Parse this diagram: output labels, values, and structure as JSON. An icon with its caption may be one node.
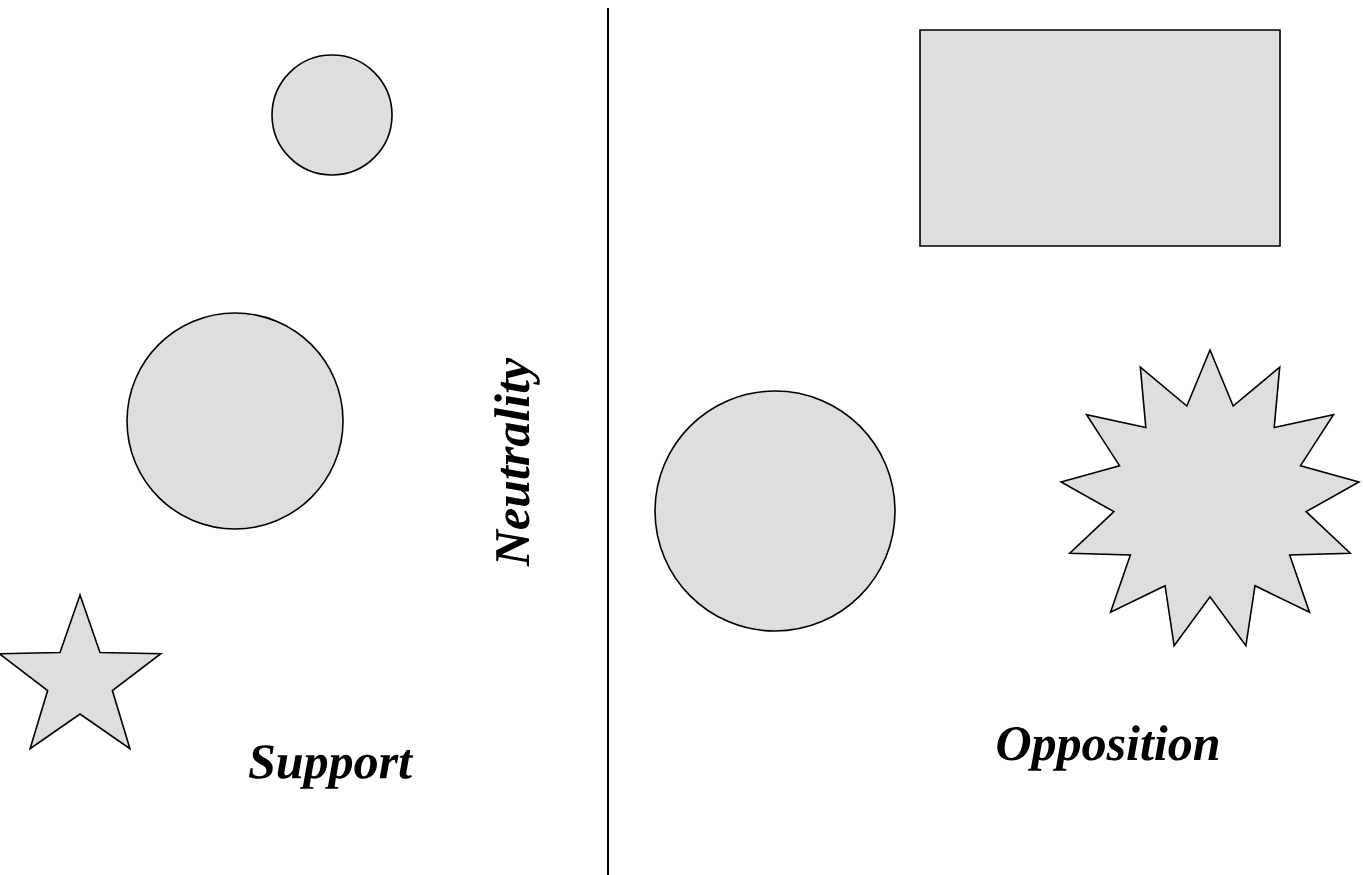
{
  "diagram": {
    "nodes": [
      {
        "text": [],
        "shape": "circle"
      },
      {
        "text": [],
        "shape": "circle"
      },
      {
        "text": [],
        "shape": "star"
      },
      {
        "text": [],
        "shape": "box"
      },
      {
        "text": [],
        "shape": "circle"
      },
      {
        "text": [],
        "shape": "burst"
      }
    ],
    "labels": [
      "Support",
      "Neutrality",
      "Opposition"
    ]
  }
}
